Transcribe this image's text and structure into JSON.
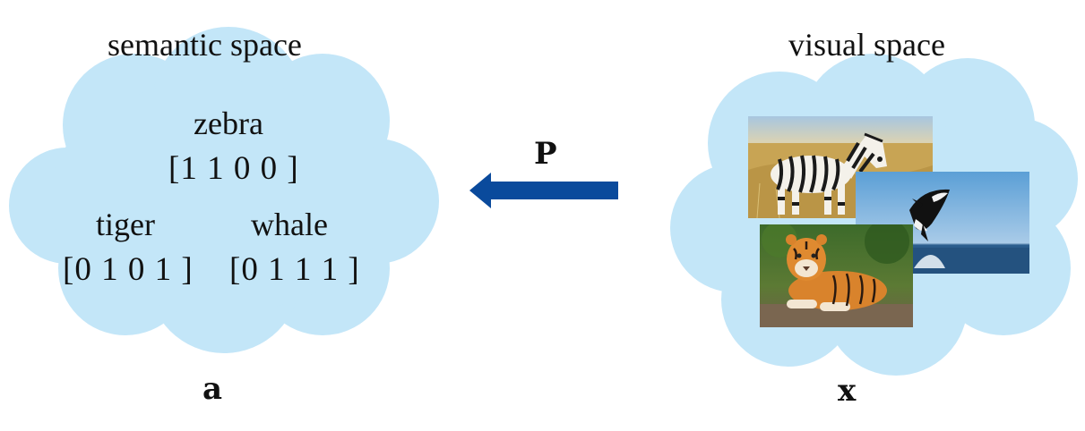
{
  "semantic": {
    "title": "semantic space",
    "items": [
      {
        "name": "zebra",
        "vector": "[1 1 0 0 ]"
      },
      {
        "name": "tiger",
        "vector": "[0 1 0 1 ]"
      },
      {
        "name": "whale",
        "vector": "[0 1 1 1 ]"
      }
    ],
    "variable": "a"
  },
  "visual": {
    "title": "visual space",
    "photos": [
      "zebra",
      "whale",
      "tiger"
    ],
    "variable": "x"
  },
  "mapping": {
    "label": "P",
    "direction": "visual-to-semantic"
  },
  "colors": {
    "cloud": "#c3e6f8",
    "arrow": "#0a4a9c"
  }
}
